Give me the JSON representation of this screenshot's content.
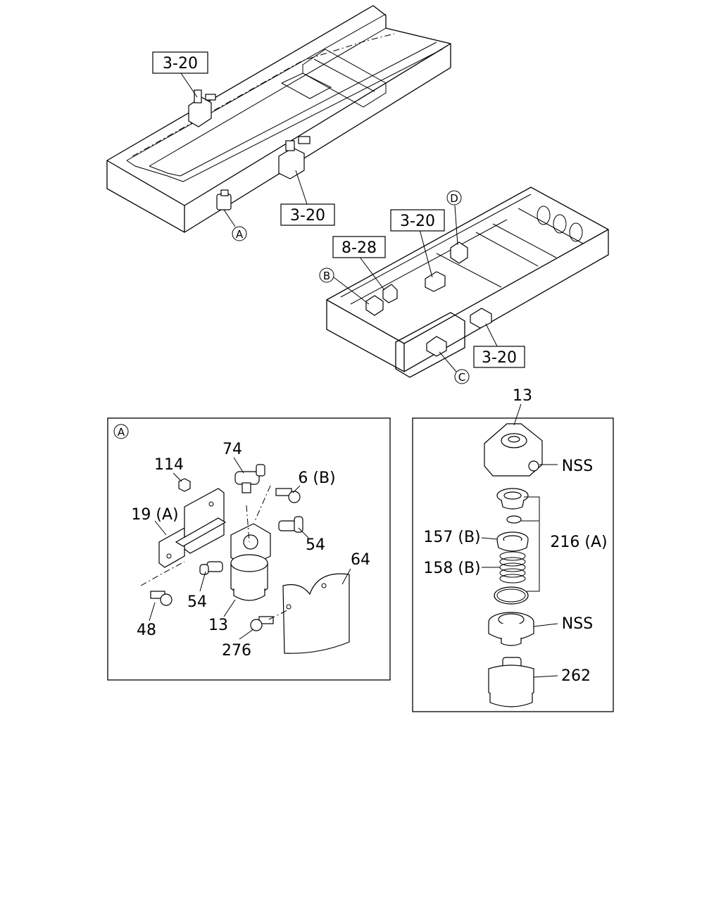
{
  "callouts_top": {
    "ref_3_20_a": "3-20",
    "ref_3_20_b": "3-20",
    "ref_3_20_c": "3-20",
    "ref_3_20_d": "3-20",
    "ref_8_28": "8-28",
    "marker_a": "A",
    "marker_b": "B",
    "marker_c": "C",
    "marker_d": "D"
  },
  "detail_a": {
    "marker": "A",
    "labels": {
      "p74": "74",
      "p114": "114",
      "p6b": "6 (B)",
      "p19a": "19 (A)",
      "p54_right": "54",
      "p64": "64",
      "p54_left": "54",
      "p13": "13",
      "p48": "48",
      "p276": "276"
    }
  },
  "detail_filter": {
    "labels": {
      "p13": "13",
      "nss_top": "NSS",
      "p157b": "157 (B)",
      "p216a": "216 (A)",
      "p158b": "158 (B)",
      "nss_mid": "NSS",
      "p262": "262"
    }
  }
}
